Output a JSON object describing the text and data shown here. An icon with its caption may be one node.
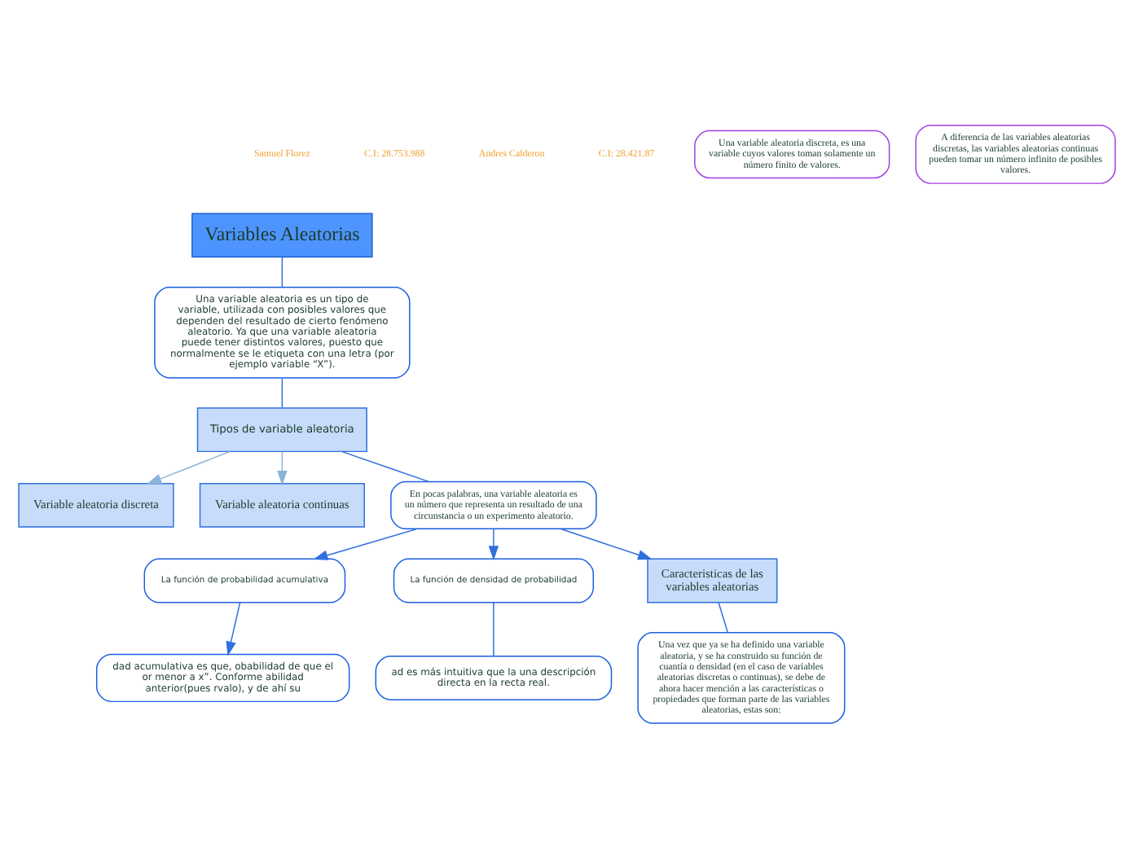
{
  "diagram": {
    "nodes": [
      {
        "text": [
          "Variables Aleatorias"
        ]
      },
      {
        "text": [
          "Una variable aleatoria es un tipo de variable, utilizada con posibles valores que dependen del resultado de cierto fenómeno aleatorio. Ya que una variable aleatoria puede tener distintos valores, puesto que normalmente se le etiqueta con una letra (por ejemplo variable “X”)."
        ]
      },
      {
        "text": [
          "Tipos de variable aleatoria"
        ]
      },
      {
        "text": [
          "Variable aleatoria discreta"
        ]
      },
      {
        "text": [
          "Una variable aleatoria discreta, es una variable cuyos valores toman solamente un número finito de valores."
        ]
      },
      {
        "text": [
          "Variable aleatoria continuas"
        ]
      },
      {
        "text": [
          "A diferencia de las variables aleatorias discretas, las variables aleatorias continuas pueden tomar un número infinito de posibles valores."
        ]
      },
      {
        "text": [
          "En pocas palabras, una variable aleatoria es un número que representa un resultado de una circunstancia o un experimento aleatorio."
        ]
      },
      {
        "text": [
          "La función de probabilidad acumulativa"
        ]
      },
      {
        "text": [
          "dad acumulativa es que, obabilidad de que el or menor a x”. Conforme abilidad anterior(pues rvalo), y de ahí su"
        ]
      },
      {
        "text": [
          "La función de densidad de probabilidad"
        ]
      },
      {
        "text": [
          "ad es más intuitiva que la una descripción directa en la recta real."
        ]
      },
      {
        "text": [
          "Caracteristicas de las variables aleatorias"
        ]
      },
      {
        "text": [
          "Una vez que ya se ha definido una variable aleatoria, y se ha construido su función de cuantía o densidad (en el caso de variables aleatorias discretas o continuas), se debe de ahora hacer mención a las características o propiedades que forman parte de las variables aleatorias, estas son:"
        ]
      }
    ],
    "edges": [
      {
        "from": 0,
        "to": 1,
        "arrow": "none"
      },
      {
        "from": 1,
        "to": 2,
        "arrow": "none"
      },
      {
        "from": 2,
        "to": 3,
        "arrow": "to",
        "color": "#8ab4d8"
      },
      {
        "from": 2,
        "to": 5,
        "arrow": "to",
        "color": "#8ab4d8"
      },
      {
        "from": 2,
        "to": 7,
        "arrow": "none"
      },
      {
        "from": 7,
        "to": 8,
        "arrow": "to"
      },
      {
        "from": 8,
        "to": 9,
        "arrow": "to"
      },
      {
        "from": 7,
        "to": 10,
        "arrow": "to"
      },
      {
        "from": 10,
        "to": 11,
        "arrow": "none"
      },
      {
        "from": 7,
        "to": 12,
        "arrow": "to"
      },
      {
        "from": 12,
        "to": 13,
        "arrow": "none"
      }
    ],
    "labels": [
      "Samuel Florez",
      "C.I: 28.753.988",
      "Andres Calderon",
      "C.I: 28.421.87"
    ]
  }
}
